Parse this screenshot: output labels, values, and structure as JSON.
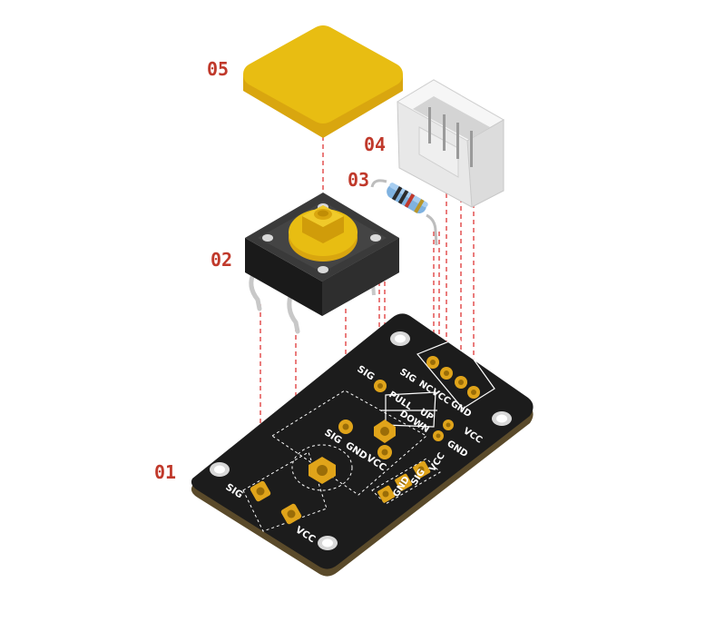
{
  "labels": {
    "p01": "01",
    "p02": "02",
    "p03": "03",
    "p04": "04",
    "p05": "05"
  },
  "silkscreen": {
    "sig_left": "SIG",
    "vcc_left": "VCC",
    "center_sig": "SIG",
    "center_gnd": "GND",
    "center_vcc": "VCC",
    "top_sig": "SIG",
    "conn_sig": "SIG",
    "conn_nc": "NC",
    "conn_vcc": "VCC",
    "conn_gnd": "GND",
    "pull": "PULL",
    "up": "UP",
    "down": "DOWN",
    "res_vcc": "VCC",
    "res_gnd": "GND",
    "header_vcc": "VCC",
    "header_sig": "SIG",
    "header_gnd": "GND"
  },
  "colors": {
    "pcb": "#1c1c1c",
    "pcb_edge": "#5a4a2a",
    "pad_gold": "#e0a41a",
    "cap_yellow": "#e8bd12",
    "switch_body": "#2a2a2a",
    "guide_red": "#e04545",
    "label_red": "#c0392b",
    "connector_white": "#f2f2f2"
  }
}
